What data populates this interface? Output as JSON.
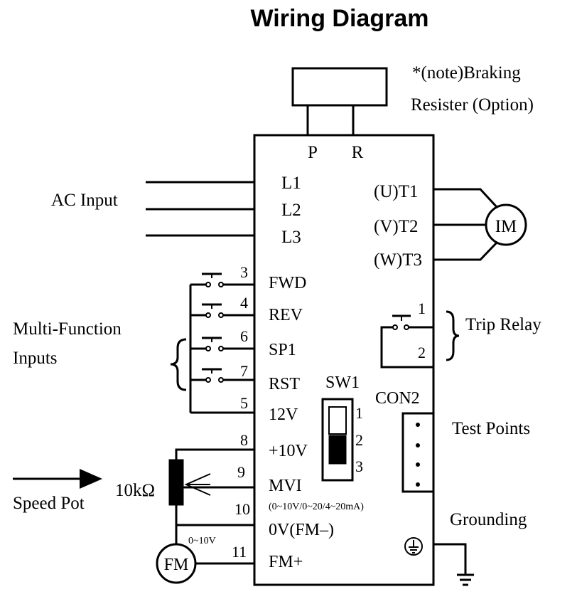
{
  "title": "Wiring Diagram",
  "braking": {
    "line1": "*(note)Braking",
    "line2": "Resister (Option)"
  },
  "terminals_top": {
    "p": "P",
    "r": "R"
  },
  "ac_input": {
    "label": "AC Input",
    "l1": "L1",
    "l2": "L2",
    "l3": "L3"
  },
  "outputs": {
    "t1": "(U)T1",
    "t2": "(V)T2",
    "t3": "(W)T3",
    "motor": "IM"
  },
  "inputs": {
    "group_label_1": "Multi-Function",
    "group_label_2": "Inputs",
    "fwd": "FWD",
    "fwd_num": "3",
    "rev": "REV",
    "rev_num": "4",
    "sp1": "SP1",
    "sp1_num": "6",
    "rst": "RST",
    "rst_num": "7",
    "v12": "12V",
    "v12_num": "5"
  },
  "switch": {
    "label": "SW1",
    "pos1": "1",
    "pos2": "2",
    "pos3": "3"
  },
  "trip_relay": {
    "label": "Trip Relay",
    "num1": "1",
    "num2": "2"
  },
  "test_points": {
    "con": "CON2",
    "label": "Test Points"
  },
  "analog": {
    "v10": "+10V",
    "v10_num": "8",
    "mvi": "MVI",
    "mvi_num": "9",
    "mvi_range": "(0~10V/0~20/4~20mA)",
    "ov": "0V(FM–)",
    "ov_num": "10",
    "fmp": "FM+",
    "fmp_num": "11",
    "pot_value": "10kΩ",
    "speed_pot": "Speed Pot",
    "fm": "FM",
    "fm_range": "0~10V"
  },
  "grounding": {
    "label": "Grounding"
  }
}
